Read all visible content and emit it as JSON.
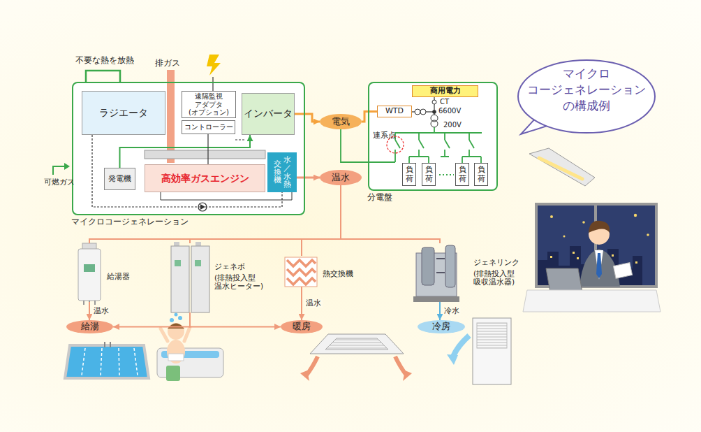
{
  "diagram": {
    "title": "マイクロ コージェネレーション の構成例",
    "nodes": [
      {
        "text": [
          "マイクロコージェネレーション"
        ]
      },
      {
        "text": [
          "ラジエータ"
        ],
        "in": 0
      },
      {
        "text": [
          "遠隔監視 アダプタ (オプション)"
        ],
        "in": 0
      },
      {
        "text": [
          "コントローラー"
        ],
        "in": 0
      },
      {
        "text": [
          "インバータ"
        ],
        "in": 0
      },
      {
        "text": [
          "発電機"
        ],
        "in": 0
      },
      {
        "text": [
          "高効率ガスエンジン"
        ],
        "in": 0
      },
      {
        "text": [
          "水／水熱",
          "交換機"
        ],
        "in": 0
      },
      {
        "text": [
          "電気"
        ]
      },
      {
        "text": [
          "温水"
        ]
      },
      {
        "text": [
          "分電盤"
        ]
      },
      {
        "text": [
          "商用電力"
        ],
        "in": 10
      },
      {
        "text": [
          "WTD"
        ],
        "in": 10
      },
      {
        "text": [
          "負荷"
        ],
        "in": 10
      },
      {
        "text": [
          "負荷"
        ],
        "in": 10
      },
      {
        "text": [
          "負荷"
        ],
        "in": 10
      },
      {
        "text": [
          "負荷"
        ],
        "in": 10
      },
      {
        "text": [
          "給湯器"
        ]
      },
      {
        "text": [
          "ジェネボ",
          "(排熱投入型 温水ヒーター)"
        ]
      },
      {
        "text": [
          "熱交換機"
        ]
      },
      {
        "text": [
          "ジェネリンク",
          "(排熱投入型 吸収温水器)"
        ]
      },
      {
        "text": [
          "給湯"
        ]
      },
      {
        "text": [
          "暖房"
        ]
      },
      {
        "text": [
          "冷房"
        ]
      }
    ],
    "edges": [
      {
        "from": 4,
        "to": 8,
        "arrow": "to"
      },
      {
        "from": 8,
        "to": 12,
        "arrow": "none"
      },
      {
        "from": 7,
        "to": 9,
        "arrow": "to"
      },
      {
        "from": 9,
        "to": 17,
        "arrow": "none"
      },
      {
        "from": 9,
        "to": 18,
        "arrow": "none"
      },
      {
        "from": 9,
        "to": 19,
        "arrow": "none"
      },
      {
        "from": 9,
        "to": 20,
        "arrow": "none"
      },
      {
        "from": 17,
        "to": 21,
        "label": "温水",
        "arrow": "to"
      },
      {
        "from": 18,
        "to": 21,
        "arrow": "to"
      },
      {
        "from": 18,
        "to": 22,
        "arrow": "to"
      },
      {
        "from": 19,
        "to": 22,
        "label": "温水",
        "arrow": "to"
      },
      {
        "from": 20,
        "to": 23,
        "label": "冷水",
        "arrow": "to"
      },
      {
        "from": 5,
        "to": 4,
        "arrow": "to"
      },
      {
        "from": 3,
        "to": 6,
        "arrow": "none"
      },
      {
        "from": 1,
        "to": 7,
        "arrow": "none"
      }
    ],
    "labels": [
      "不要な熱を放熱",
      "排ガス",
      "可燃ガス",
      "CT",
      "6600V",
      "200V",
      "連系点"
    ]
  }
}
